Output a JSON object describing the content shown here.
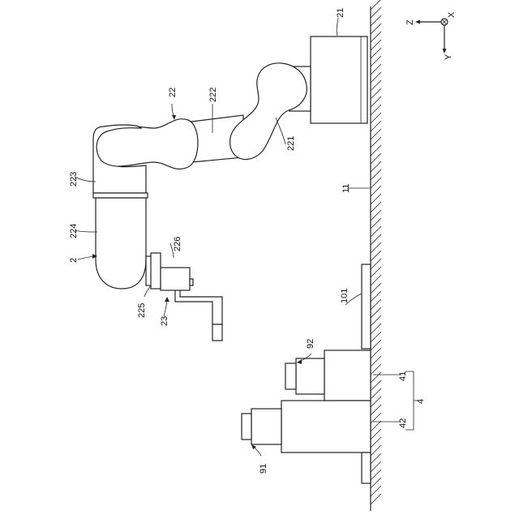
{
  "axes": {
    "z": "Z",
    "x": "X",
    "y": "Y"
  },
  "labels": {
    "robot": "2",
    "base": "21",
    "joint_221": "221",
    "arm": "22",
    "link_222": "222",
    "link_223": "223",
    "link_224": "224",
    "part_225": "225",
    "part_226": "226",
    "hand": "23",
    "floor": "11",
    "plate": "101",
    "camera_92": "92",
    "camera_91": "91",
    "unit_41": "41",
    "unit_42": "42",
    "group_4": "4"
  },
  "colors": {
    "stroke": "#222222",
    "background": "#ffffff"
  }
}
